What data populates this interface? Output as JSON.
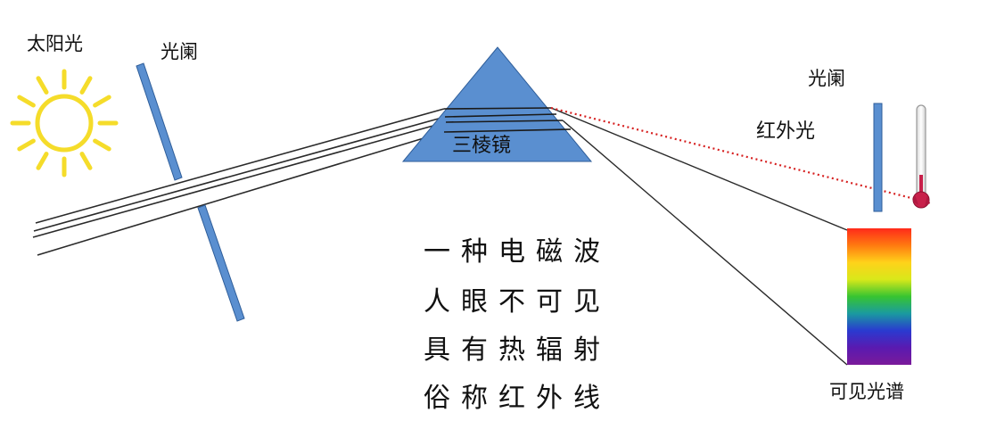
{
  "labels": {
    "sunlight": "太阳光",
    "aperture_left": "光阑",
    "aperture_right": "光阑",
    "prism": "三棱镜",
    "infrared": "红外光",
    "visible_spectrum": "可见光谱"
  },
  "description_lines": [
    "一种电磁波",
    "人眼不可见",
    "具有热辐射",
    "俗称红外线"
  ],
  "colors": {
    "sun": "#f5dc2a",
    "aperture": "#5a8fd0",
    "prism_fill": "#5a8fd0",
    "ray": "#2a2a2a",
    "infrared_ray": "#d61f1f",
    "thermometer_bulb": "#c8204a",
    "spectrum": [
      "#ff2a1a",
      "#ff7a10",
      "#ffd21a",
      "#d8e81a",
      "#37c431",
      "#1a9aa0",
      "#2a3ad0",
      "#5a1ab0",
      "#7a1a9a"
    ]
  },
  "icons": {
    "sun": "sun-icon",
    "thermometer": "thermometer-icon"
  }
}
